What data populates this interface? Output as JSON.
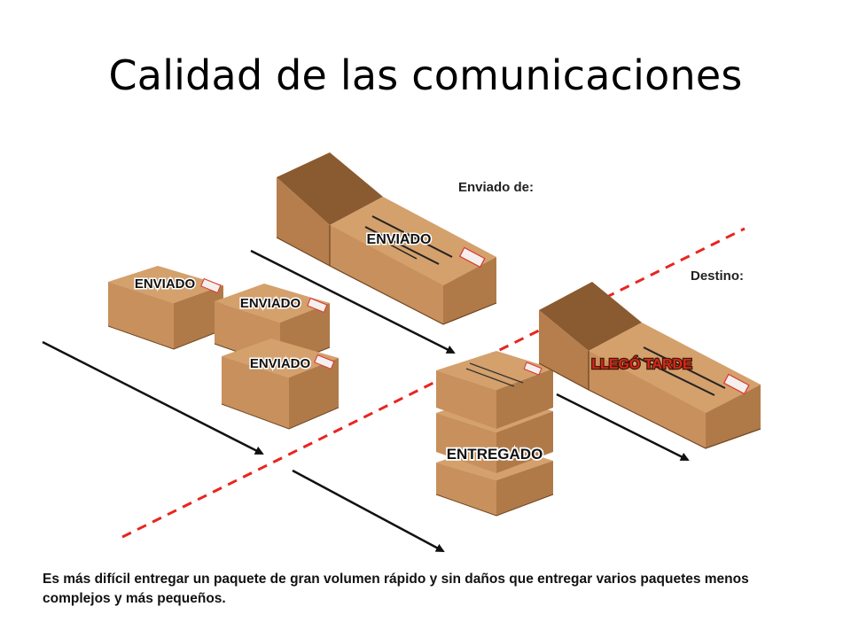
{
  "title": "Calidad de las comunicaciones",
  "labels": {
    "sent_from": "Enviado de:",
    "destination": "Destino:"
  },
  "box_labels": {
    "large_sent": "ENVIADO",
    "small_1": "ENVIADO",
    "small_2": "ENVIADO",
    "small_3": "ENVIADO",
    "delivered": "ENTREGADO",
    "late": "LLEGÓ TARDE"
  },
  "caption": "Es más difícil entregar un paquete de gran volumen rápido y sin daños que entregar varios paquetes menos complejos y más pequeños.",
  "colors": {
    "box_front": "#c8905c",
    "box_side": "#b07a48",
    "box_top": "#d4a06c",
    "box_dark": "#8a5a30",
    "divider": "#e8251f",
    "late_text": "#e0221b"
  }
}
